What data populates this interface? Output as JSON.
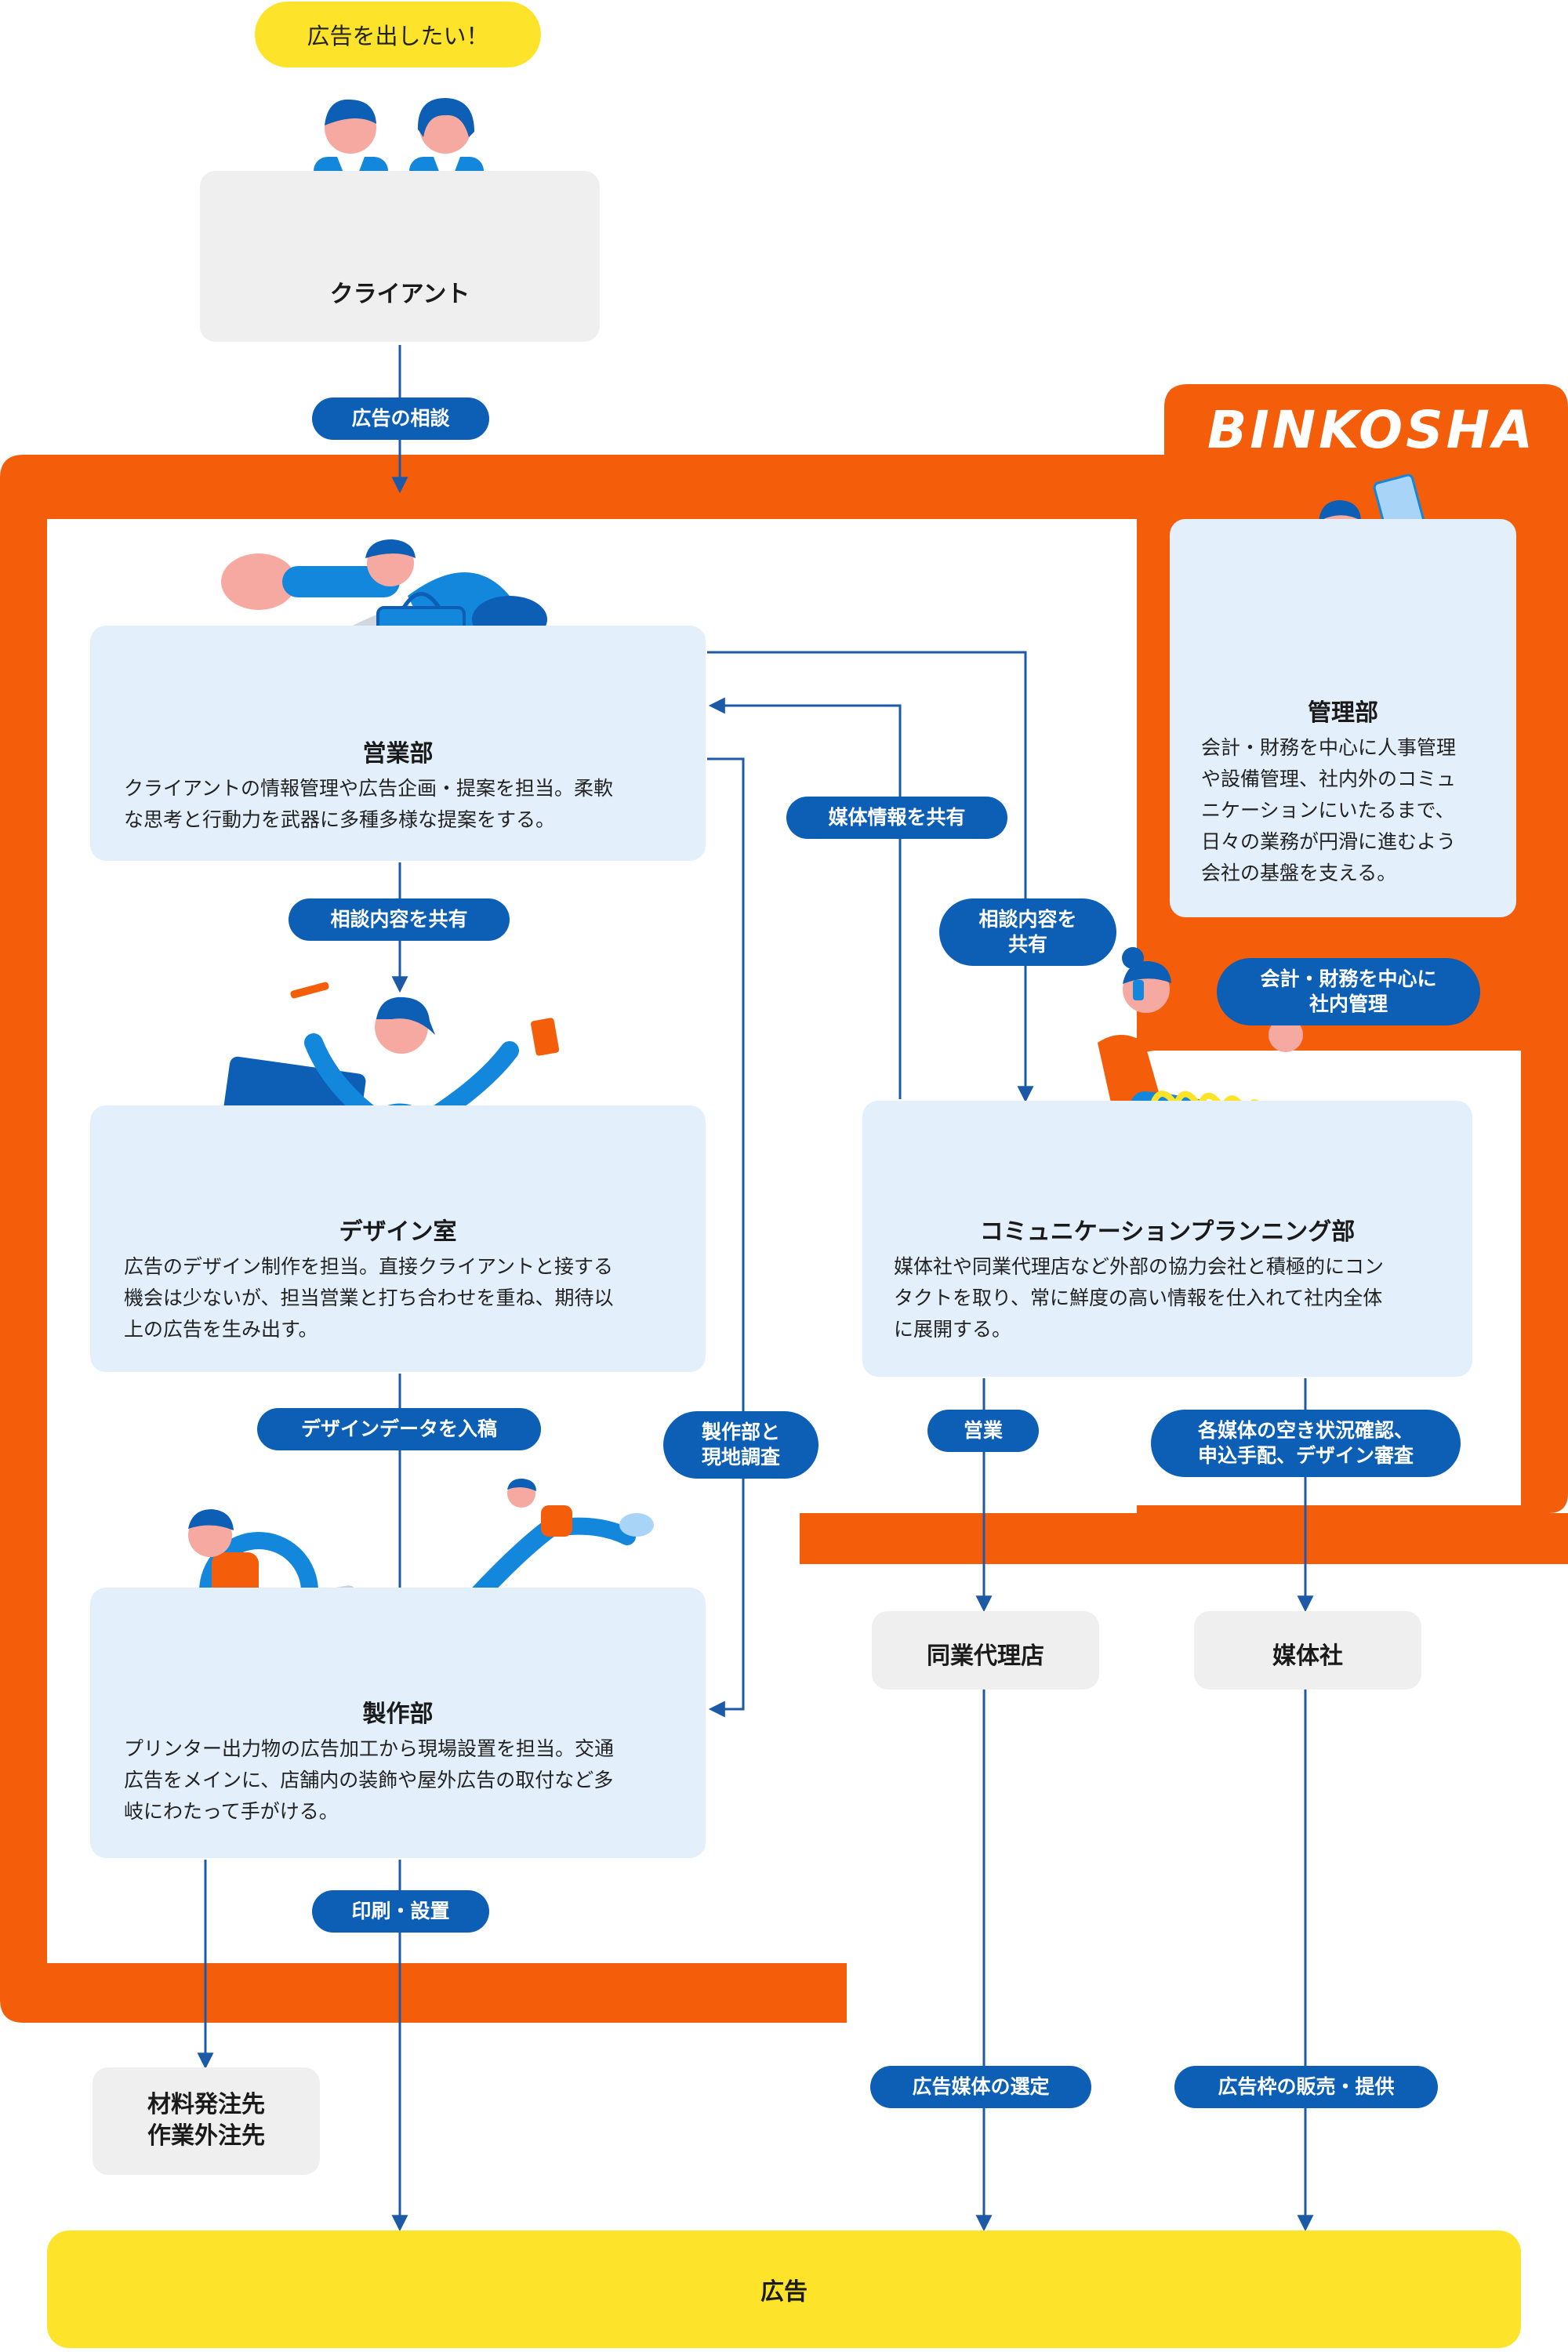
{
  "speech_bubble": "広告を出したい！",
  "logo": "BINKOSHA",
  "client": {
    "title": "クライアント"
  },
  "sales": {
    "title": "営業部",
    "description": [
      "クライアントの情報管理や広告企画・提案を担当。柔軟",
      "な思考と行動力を武器に多種多様な提案をする。"
    ]
  },
  "design": {
    "title": "デザイン室",
    "description": [
      "広告のデザイン制作を担当。直接クライアントと接する",
      "機会は少ないが、担当営業と打ち合わせを重ね、期待以",
      "上の広告を生み出す。"
    ]
  },
  "production": {
    "title": "製作部",
    "description": [
      "プリンター出力物の広告加工から現場設置を担当。交通",
      "広告をメインに、店舗内の装飾や屋外広告の取付など多",
      "岐にわたって手がける。"
    ]
  },
  "admin": {
    "title": "管理部",
    "description": [
      "会計・財務を中心に人事管理",
      "や設備管理、社内外のコミュ",
      "ニケーションにいたるまで、",
      "日々の業務が円滑に進むよう",
      "会社の基盤を支える。"
    ]
  },
  "communication": {
    "title": "コミュニケーションプランニング部",
    "description": [
      "媒体社や同業代理店など外部の協力会社と積極的にコン",
      "タクトを取り、常に鮮度の高い情報を仕入れて社内全体",
      "に展開する。"
    ]
  },
  "agency": {
    "title": "同業代理店"
  },
  "media": {
    "title": "媒体社"
  },
  "materials": {
    "lines": [
      "材料発注先",
      "作業外注先"
    ]
  },
  "ad": {
    "title": "広告"
  },
  "labels": {
    "consultation": "広告の相談",
    "share_consult": "相談内容を共有",
    "share_media": "媒体情報を共有",
    "share_consult_comm": [
      "相談内容を",
      "共有"
    ],
    "accounting": [
      "会計・財務を中心に",
      "社内管理"
    ],
    "design_data": "デザインデータを入稿",
    "production_survey": [
      "製作部と",
      "現地調査"
    ],
    "sales_short": "営業",
    "media_tasks": [
      "各媒体の空き状況確認、",
      "申込手配、デザイン審査"
    ],
    "print_install": "印刷・設置",
    "select_media": "広告媒体の選定",
    "sell_slots": "広告枠の販売・提供"
  },
  "colors": {
    "orange": "#f45d0a",
    "navy": "#0c5fb5",
    "line": "#1c5aa8",
    "yellow": "#fde42a",
    "light_blue": "#e3f0fc",
    "gray": "#efefef"
  }
}
